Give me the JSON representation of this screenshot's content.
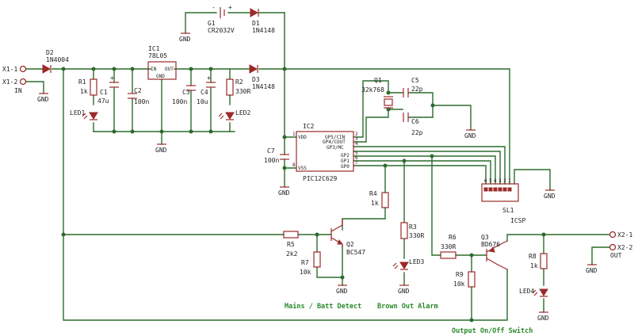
{
  "connectors": {
    "x1_1": "X1-1",
    "x1_2": "X1-2",
    "in": "IN",
    "x2_1": "X2-1",
    "x2_2": "X2-2",
    "out": "OUT"
  },
  "gnd": "GND",
  "battery": {
    "name": "G1",
    "value": "CR2032V",
    "minus": "-",
    "plus": "+"
  },
  "d1": {
    "name": "D1",
    "value": "1N4148"
  },
  "d2": {
    "name": "D2",
    "value": "1N4004"
  },
  "d3": {
    "name": "D3",
    "value": "1N4148"
  },
  "ic1": {
    "name": "IC1",
    "value": "78L05",
    "pin_in": "IN",
    "pin_out": "OUT",
    "pin_gnd": "GND"
  },
  "r1": {
    "name": "R1",
    "value": "1k"
  },
  "c1": {
    "name": "C1",
    "value": "47u"
  },
  "c2": {
    "name": "C2",
    "value": "100n"
  },
  "c3": {
    "name": "C3",
    "value": "100n"
  },
  "c4": {
    "name": "C4",
    "value": "10u"
  },
  "r2": {
    "name": "R2",
    "value": "330R"
  },
  "led1": {
    "name": "LED1"
  },
  "led2": {
    "name": "LED2"
  },
  "q1": {
    "name": "Q1",
    "value": "32k768"
  },
  "c5": {
    "name": "C5",
    "value": "22p"
  },
  "c6": {
    "name": "C6",
    "value": "22p"
  },
  "c7": {
    "name": "C7",
    "value": "100n"
  },
  "ic2": {
    "name": "IC2",
    "value": "PIC12C629",
    "pins_left": [
      {
        "num": "1",
        "label": "VDD"
      },
      {
        "num": "8",
        "label": "VSS"
      }
    ],
    "pins_right": [
      {
        "num": "2",
        "label": "GP5/CIN"
      },
      {
        "num": "3",
        "label": "GP4/COUT"
      },
      {
        "num": "4",
        "label": "GP3/MC"
      },
      {
        "num": "5",
        "label": "GP2"
      },
      {
        "num": "6",
        "label": "GP1"
      },
      {
        "num": "7",
        "label": "GP0"
      }
    ]
  },
  "sl1": {
    "name": "SL1",
    "value": "ICSP",
    "pins": [
      "6",
      "5",
      "4",
      "3",
      "2",
      "1"
    ]
  },
  "r3": {
    "name": "R3",
    "value": "330R"
  },
  "r4": {
    "name": "R4",
    "value": "1k"
  },
  "r5": {
    "name": "R5",
    "value": "2k2"
  },
  "r6": {
    "name": "R6",
    "value": "330R"
  },
  "r7": {
    "name": "R7",
    "value": "10k"
  },
  "r8": {
    "name": "R8",
    "value": "1k"
  },
  "r9": {
    "name": "R9",
    "value": "10k"
  },
  "q2": {
    "name": "Q2",
    "value": "BC547"
  },
  "q3": {
    "name": "Q3",
    "value": "BD676"
  },
  "led3": {
    "name": "LED3"
  },
  "led4": {
    "name": "LED4"
  },
  "sections": {
    "mains_detect": "Mains / Batt Detect",
    "brown_out": "Brown Out Alarm",
    "output_switch": "Output On/Off Switch"
  }
}
